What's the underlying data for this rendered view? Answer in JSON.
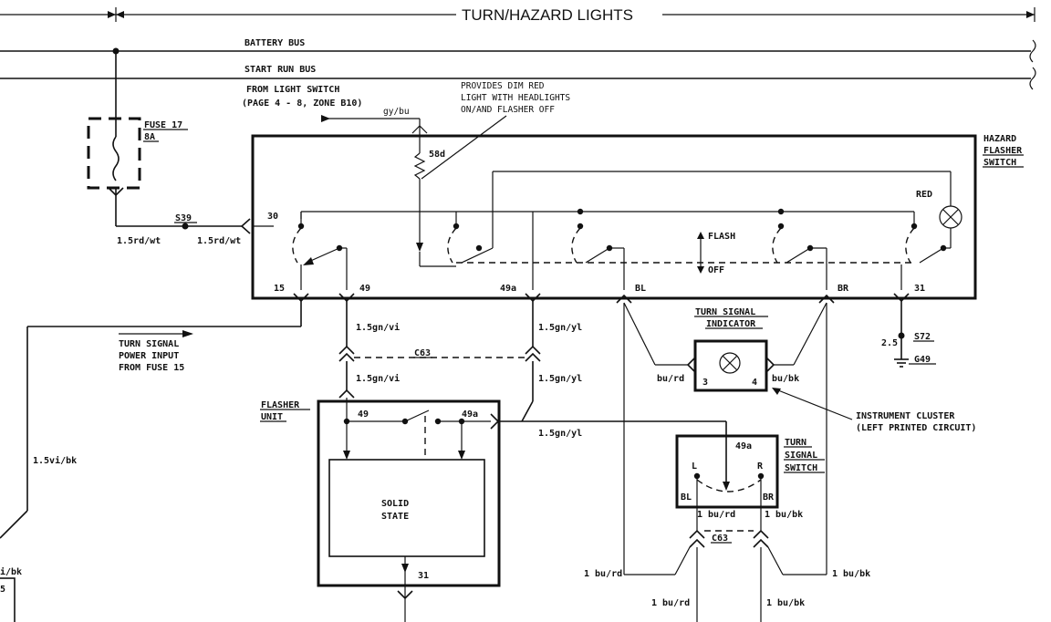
{
  "header": {
    "title": "TURN/HAZARD LIGHTS"
  },
  "buses": {
    "battery": "BATTERY BUS",
    "start_run": "START RUN BUS"
  },
  "light_switch_ref": {
    "line1": "FROM LIGHT SWITCH",
    "line2": "(PAGE 4 - 8, ZONE B10)"
  },
  "annotation_dim": {
    "line1": "PROVIDES DIM RED",
    "line2": "LIGHT WITH HEADLIGHTS",
    "line3": "ON/AND FLASHER OFF"
  },
  "fuse": {
    "line1": "FUSE 17",
    "line2": "8A"
  },
  "hazard_switch": {
    "line1": "HAZARD",
    "line2": "FLASHER",
    "line3": "SWITCH",
    "red": "RED",
    "flash": "FLASH",
    "off": "OFF",
    "resistor": "58d"
  },
  "pins": {
    "p30": "30",
    "p15": "15",
    "p49": "49",
    "p49a": "49a",
    "bl": "BL",
    "br": "BR",
    "p31": "31"
  },
  "wires": {
    "gy_bu": "gy/bu",
    "rd_wt_left": "1.5rd/wt",
    "rd_wt_right": "1.5rd/wt",
    "s39": "S39",
    "gn_vi_top": "1.5gn/vi",
    "gn_yl_top": "1.5gn/yl",
    "c63_top": "C63",
    "gn_vi_bot": "1.5gn/vi",
    "gn_yl_mid": "1.5gn/yl",
    "gn_yl_low": "1.5gn/yl",
    "vi_bk": "1.5vi/bk",
    "vi_bk_edge": "i/bk",
    "edge_5": "5",
    "bu_rd": "bu/rd",
    "bu_bk": "bu/bk",
    "s72_gauge": "2.5",
    "s72": "S72",
    "g49": "G49",
    "sw_bu_rd": "1 bu/rd",
    "sw_bu_bk": "1 bu/bk",
    "c63_bottom": "C63",
    "left_bu_rd": "1 bu/rd",
    "right_bu_bk": "1 bu/bk",
    "bot_bu_rd": "1 bu/rd",
    "bot_bu_bk": "1 bu/bk"
  },
  "turn_power": {
    "line1": "TURN SIGNAL",
    "line2": "POWER INPUT",
    "line3": "FROM FUSE 15"
  },
  "indicator": {
    "line1": "TURN SIGNAL",
    "line2": "INDICATOR",
    "pin3": "3",
    "pin4": "4"
  },
  "cluster": {
    "line1": "INSTRUMENT CLUSTER",
    "line2": "(LEFT PRINTED CIRCUIT)"
  },
  "flasher": {
    "line1": "FLASHER",
    "line2": "UNIT",
    "pin49": "49",
    "pin49a": "49a",
    "solid1": "SOLID",
    "solid2": "STATE",
    "pin31": "31"
  },
  "turn_switch": {
    "line1": "TURN",
    "line2": "SIGNAL",
    "line3": "SWITCH",
    "pin49a": "49a",
    "l": "L",
    "r": "R",
    "bl": "BL",
    "br": "BR"
  }
}
